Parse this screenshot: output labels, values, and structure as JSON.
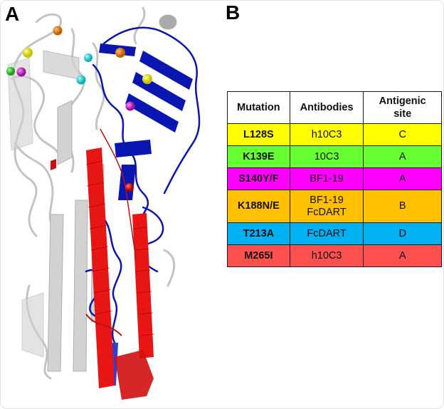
{
  "panels": {
    "a": {
      "label": "A",
      "description": "Cartoon ribbon structure of hemagglutinin trimer; one protomer's HA1 in blue, HA2 in red, other protomers grey; mutation sites shown as colored spheres"
    },
    "b": {
      "label": "B"
    }
  },
  "structure": {
    "colors": {
      "ha1": "#0a16b0",
      "ha2": "#e81515",
      "other_protomers": "#c8c8c8",
      "background": "#ffffff"
    },
    "spheres": [
      {
        "name": "L128S",
        "color": "#e8e020"
      },
      {
        "name": "K139E",
        "color": "#33cc33"
      },
      {
        "name": "S140Y/F",
        "color": "#cc22cc"
      },
      {
        "name": "K188N/E",
        "color": "#e07b10"
      },
      {
        "name": "T213A",
        "color": "#33dddd"
      },
      {
        "name": "M265I",
        "color": "#e01010"
      }
    ]
  },
  "table": {
    "headers": [
      "Mutation",
      "Antibodies",
      "Antigenic site"
    ],
    "header_lines": [
      [
        "Mutation"
      ],
      [
        "Antibodies"
      ],
      [
        "Antigenic",
        "site"
      ]
    ],
    "rows": [
      {
        "mutation": "L128S",
        "antibodies": [
          "h10C3"
        ],
        "site": "C",
        "color": "#FFFF00"
      },
      {
        "mutation": "K139E",
        "antibodies": [
          "10C3"
        ],
        "site": "A",
        "color": "#66FF33"
      },
      {
        "mutation": "S140Y/F",
        "antibodies": [
          "BF1-19"
        ],
        "site": "A",
        "color": "#FF00FF"
      },
      {
        "mutation": "K188N/E",
        "antibodies": [
          "BF1-19",
          "FcDART"
        ],
        "site": "B",
        "color": "#FFC000"
      },
      {
        "mutation": "T213A",
        "antibodies": [
          "FcDART"
        ],
        "site": "D",
        "color": "#00B0F0"
      },
      {
        "mutation": "M265I",
        "antibodies": [
          "h10C3"
        ],
        "site": "A",
        "color": "#FF5050"
      }
    ]
  }
}
